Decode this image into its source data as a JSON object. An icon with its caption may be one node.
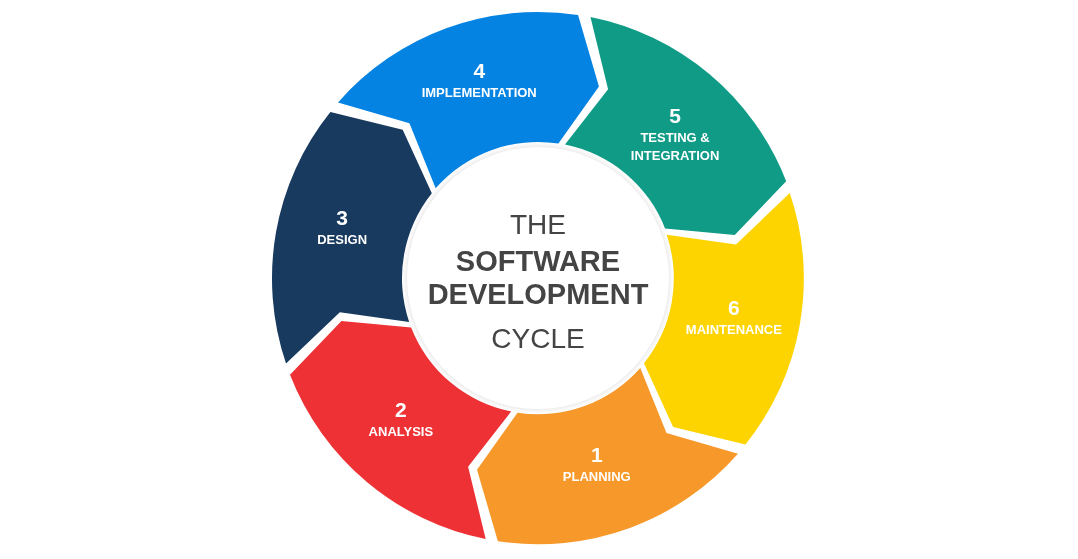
{
  "diagram": {
    "nodes": [
      {
        "text": [
          "THE",
          "SOFTWARE DEVELOPMENT",
          "CYCLE"
        ]
      },
      {
        "text": [
          "1",
          "PLANNING"
        ]
      },
      {
        "text": [
          "2",
          "ANALYSIS"
        ]
      },
      {
        "text": [
          "3",
          "DESIGN"
        ]
      },
      {
        "text": [
          "4",
          "IMPLEMENTATION"
        ]
      },
      {
        "text": [
          "5",
          "TESTING & INTEGRATION"
        ]
      },
      {
        "text": [
          "6",
          "MAINTENANCE"
        ]
      }
    ]
  }
}
